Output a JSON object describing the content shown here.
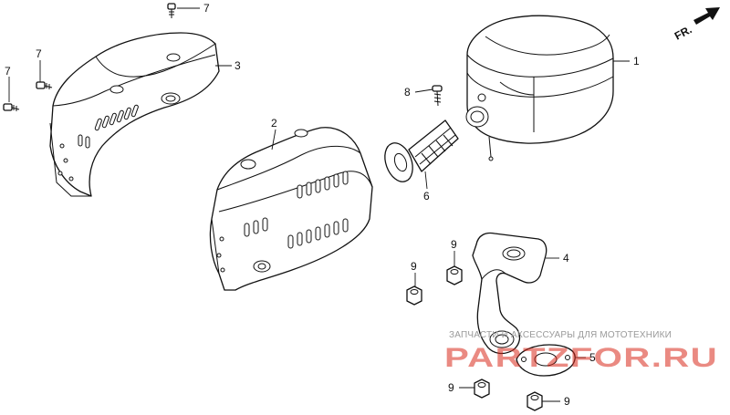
{
  "diagram": {
    "front_marker": "FR.",
    "callouts": [
      {
        "id": "c1",
        "label": "1"
      },
      {
        "id": "c2",
        "label": "2"
      },
      {
        "id": "c3",
        "label": "3"
      },
      {
        "id": "c4",
        "label": "4"
      },
      {
        "id": "c5",
        "label": "5"
      },
      {
        "id": "c6",
        "label": "6"
      },
      {
        "id": "c7a",
        "label": "7"
      },
      {
        "id": "c7b",
        "label": "7"
      },
      {
        "id": "c7c",
        "label": "7"
      },
      {
        "id": "c8",
        "label": "8"
      },
      {
        "id": "c9a",
        "label": "9"
      },
      {
        "id": "c9b",
        "label": "9"
      },
      {
        "id": "c9c",
        "label": "9"
      },
      {
        "id": "c9d",
        "label": "9"
      }
    ]
  },
  "watermark": {
    "tagline": "ЗАПЧАСТИ И АКСЕССУАРЫ ДЛЯ МОТОТЕХНИКИ",
    "brand": "PARTZFOR.RU"
  }
}
